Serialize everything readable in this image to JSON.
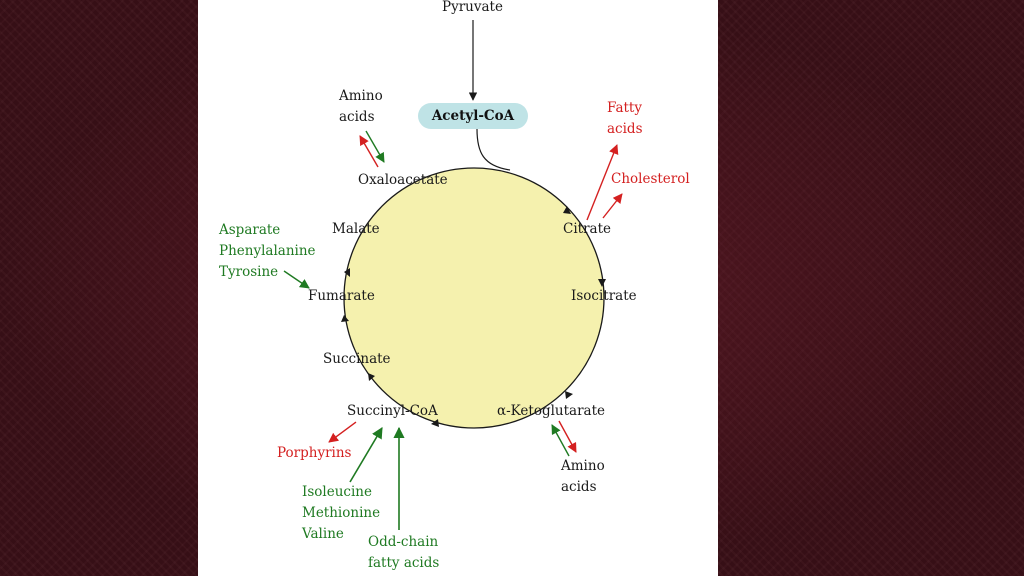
{
  "entry": {
    "pyruvate": "Pyruvate",
    "acetyl_coa": "Acetyl-CoA"
  },
  "cycle": {
    "oxaloacetate": "Oxaloacetate",
    "citrate": "Citrate",
    "isocitrate": "Isocitrate",
    "alpha_ketoglutarate": "α-Ketoglutarate",
    "succinyl_coa": "Succinyl-CoA",
    "succinate": "Succinate",
    "fumarate": "Fumarate",
    "malate": "Malate"
  },
  "outputs": {
    "fatty_acids": [
      "Fatty",
      "acids"
    ],
    "cholesterol": "Cholesterol",
    "porphyrins": "Porphyrins"
  },
  "inputs": {
    "amino_acids_top": [
      "Amino",
      "acids"
    ],
    "amino_acids_right": [
      "Amino",
      "acids"
    ],
    "fumarate_sources": [
      "Asparate",
      "Phenylalanine",
      "Tyrosine"
    ],
    "succinyl_sources": [
      "Isoleucine",
      "Methionine",
      "Valine"
    ],
    "odd_chain": [
      "Odd-chain",
      "fatty acids"
    ]
  },
  "colors": {
    "background": "#3a0f17",
    "slide": "#ffffff",
    "cycle_fill": "#f5f1ae",
    "pill_fill": "#bfe3e6",
    "output_red": "#d42020",
    "input_green": "#1f7a22",
    "text_black": "#1a1a1a"
  }
}
